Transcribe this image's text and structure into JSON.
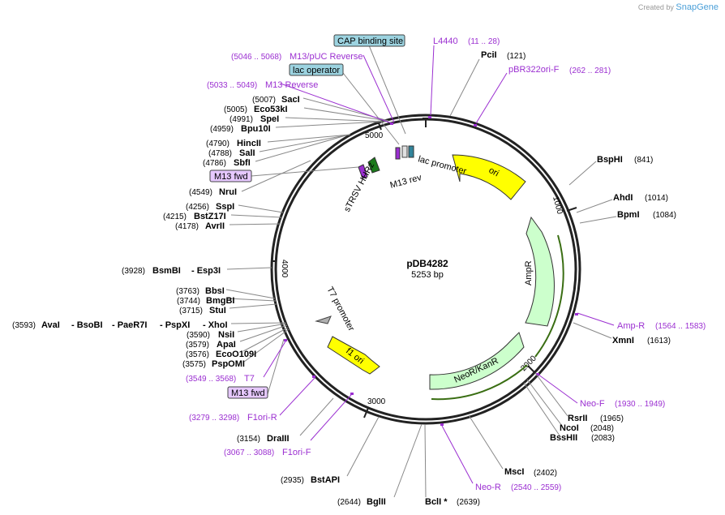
{
  "app": {
    "created_by": "Created by",
    "brand": "SnapGene"
  },
  "plasmid": {
    "name": "pDB4282",
    "size_label": "5253 bp"
  },
  "ticks": [
    "1000",
    "2000",
    "3000",
    "4000",
    "5000"
  ],
  "features": {
    "ori": "ori",
    "ampr": "AmpR",
    "neor": "NeoR/KanR",
    "f1ori": "f1 ori",
    "t7promoter": "T7 promoter",
    "lacpromoter": "lac promoter",
    "m13rev": "M13 rev",
    "strsv": "sTRSV HHRz"
  },
  "boxed": {
    "cap": "CAP binding site",
    "lacop": "lac operator",
    "m13fwd_top": "M13 fwd",
    "m13fwd_bottom": "M13 fwd"
  },
  "sites": {
    "PciI": {
      "name": "PciI",
      "pos": "(121)"
    },
    "BspHI": {
      "name": "BspHI",
      "pos": "(841)"
    },
    "AhdI": {
      "name": "AhdI",
      "pos": "(1014)"
    },
    "BpmI": {
      "name": "BpmI",
      "pos": "(1084)"
    },
    "XmnI": {
      "name": "XmnI",
      "pos": "(1613)"
    },
    "RsrII": {
      "name": "RsrII",
      "pos": "(1965)"
    },
    "NcoI": {
      "name": "NcoI",
      "pos": "(2048)"
    },
    "BssHII": {
      "name": "BssHII",
      "pos": "(2083)"
    },
    "MscI": {
      "name": "MscI",
      "pos": "(2402)"
    },
    "BclI": {
      "name": "BclI *",
      "pos": "(2639)"
    },
    "BglII": {
      "name": "BglII",
      "pos": "(2644)"
    },
    "BstAPI": {
      "name": "BstAPI",
      "pos": "(2935)"
    },
    "DraIII": {
      "name": "DraIII",
      "pos": "(3154)"
    },
    "PspOMI": {
      "name": "PspOMI",
      "pos": "(3575)"
    },
    "EcoO109I": {
      "name": "EcoO109I",
      "pos": "(3576)"
    },
    "ApaI": {
      "name": "ApaI",
      "pos": "(3579)"
    },
    "NsiI": {
      "name": "NsiI",
      "pos": "(3590)"
    },
    "AvaI": {
      "name": "AvaI",
      "pos": "(3593)"
    },
    "BsoBI": {
      "name": "- BsoBI"
    },
    "PaeR7I": {
      "name": "- PaeR7I"
    },
    "PspXI": {
      "name": "- PspXI"
    },
    "XhoI": {
      "name": "- XhoI"
    },
    "StuI": {
      "name": "StuI",
      "pos": "(3715)"
    },
    "BmgBI": {
      "name": "BmgBI",
      "pos": "(3744)"
    },
    "BbsI": {
      "name": "BbsI",
      "pos": "(3763)"
    },
    "BsmBI": {
      "name": "BsmBI",
      "pos": "(3928)"
    },
    "Esp3I": {
      "name": "- Esp3I"
    },
    "AvrII": {
      "name": "AvrII",
      "pos": "(4178)"
    },
    "BstZ17I": {
      "name": "BstZ17I",
      "pos": "(4215)"
    },
    "SspI": {
      "name": "SspI",
      "pos": "(4256)"
    },
    "NruI": {
      "name": "NruI",
      "pos": "(4549)"
    },
    "SbfI": {
      "name": "SbfI",
      "pos": "(4786)"
    },
    "SalI": {
      "name": "SalI",
      "pos": "(4788)"
    },
    "HincII": {
      "name": "HincII",
      "pos": "(4790)"
    },
    "Bpu10I": {
      "name": "Bpu10I",
      "pos": "(4959)"
    },
    "SpeI": {
      "name": "SpeI",
      "pos": "(4991)"
    },
    "Eco53kI": {
      "name": "Eco53kI",
      "pos": "(5005)"
    },
    "SacI": {
      "name": "SacI",
      "pos": "(5007)"
    }
  },
  "primers": {
    "L4440": {
      "name": "L4440",
      "range": "(11 .. 28)"
    },
    "pBR322ori": {
      "name": "pBR322ori-F",
      "range": "(262 .. 281)"
    },
    "AmpR": {
      "name": "Amp-R",
      "range": "(1564 .. 1583)"
    },
    "NeoF": {
      "name": "Neo-F",
      "range": "(1930 .. 1949)"
    },
    "NeoR": {
      "name": "Neo-R",
      "range": "(2540 .. 2559)"
    },
    "F1oriF": {
      "name": "F1ori-F",
      "range": "(3067 .. 3088)"
    },
    "F1oriR": {
      "name": "F1ori-R",
      "range": "(3279 .. 3298)"
    },
    "T7": {
      "name": "T7",
      "range": "(3549 .. 3568)"
    },
    "M13Rev": {
      "name": "M13 Reverse",
      "range": "(5033 .. 5049)"
    },
    "M13pUC": {
      "name": "M13/pUC Reverse",
      "range": "(5046 .. 5068)"
    }
  },
  "colors": {
    "primer": "#9b2fd1",
    "ori": "#ffff00",
    "ampr": "#ccffcc",
    "box_teal": "#9cd3e0",
    "box_purple": "#e6c8ff"
  }
}
